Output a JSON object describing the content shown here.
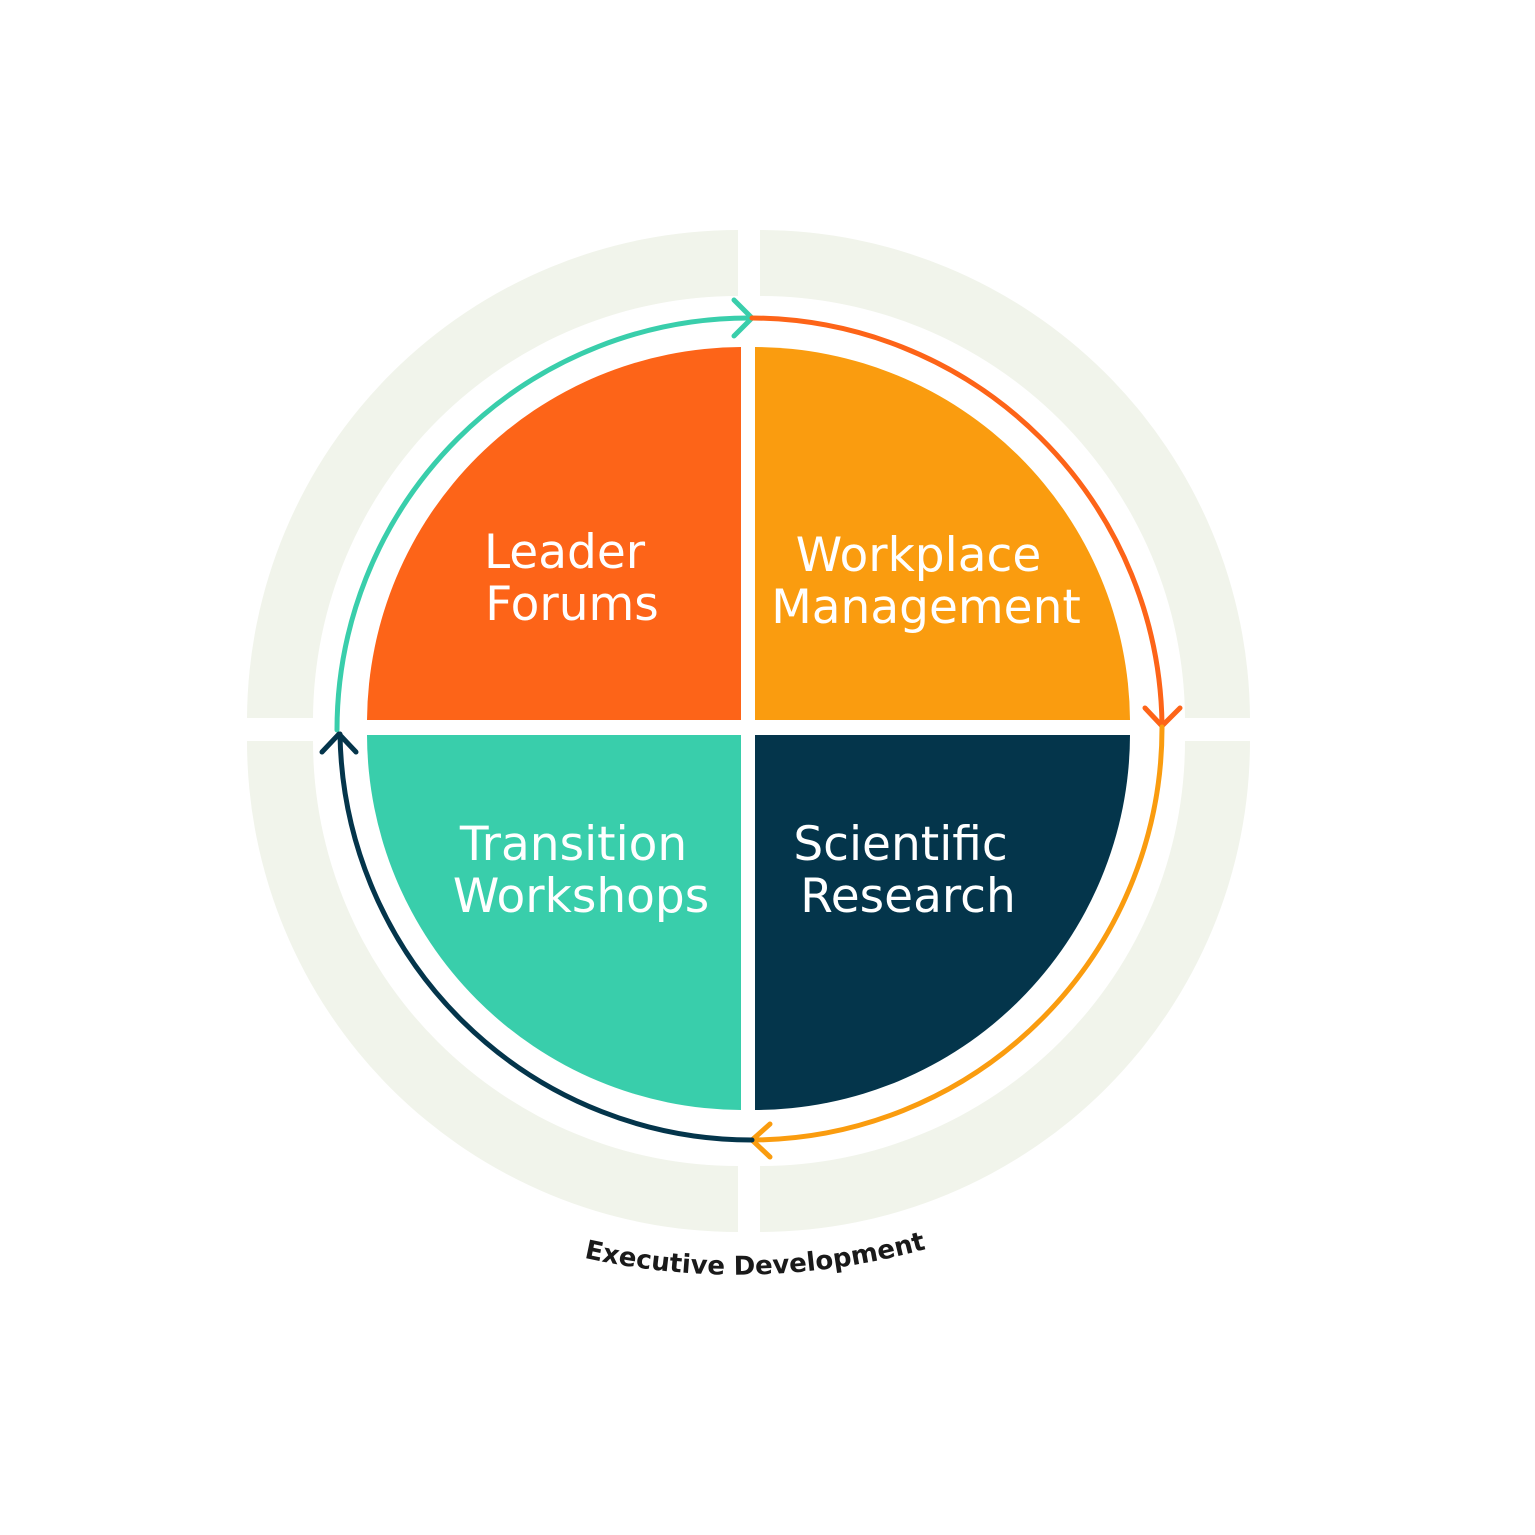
{
  "quadrants": [
    {
      "id": "leader-forums",
      "lines": [
        "Leader",
        "Forums"
      ],
      "color": "#fd6418"
    },
    {
      "id": "workplace-management",
      "lines": [
        "Workplace",
        "Management"
      ],
      "color": "#fa9c0f"
    },
    {
      "id": "scientific-research",
      "lines": [
        "Scientific",
        "Research"
      ],
      "color": "#04354b"
    },
    {
      "id": "transition-workshops",
      "lines": [
        "Transition",
        "Workshops"
      ],
      "color": "#39ceab"
    }
  ],
  "outer_ring": {
    "label": "Executive Development",
    "color": "#f1f4eb"
  },
  "cycle_arrows": [
    {
      "from": "transition-workshops",
      "to": "leader-forums",
      "color": "#39ceab"
    },
    {
      "from": "leader-forums",
      "to": "workplace-management",
      "color": "#fd6418"
    },
    {
      "from": "workplace-management",
      "to": "scientific-research",
      "color": "#fa9c0f"
    },
    {
      "from": "scientific-research",
      "to": "transition-workshops",
      "color": "#04354b"
    }
  ]
}
